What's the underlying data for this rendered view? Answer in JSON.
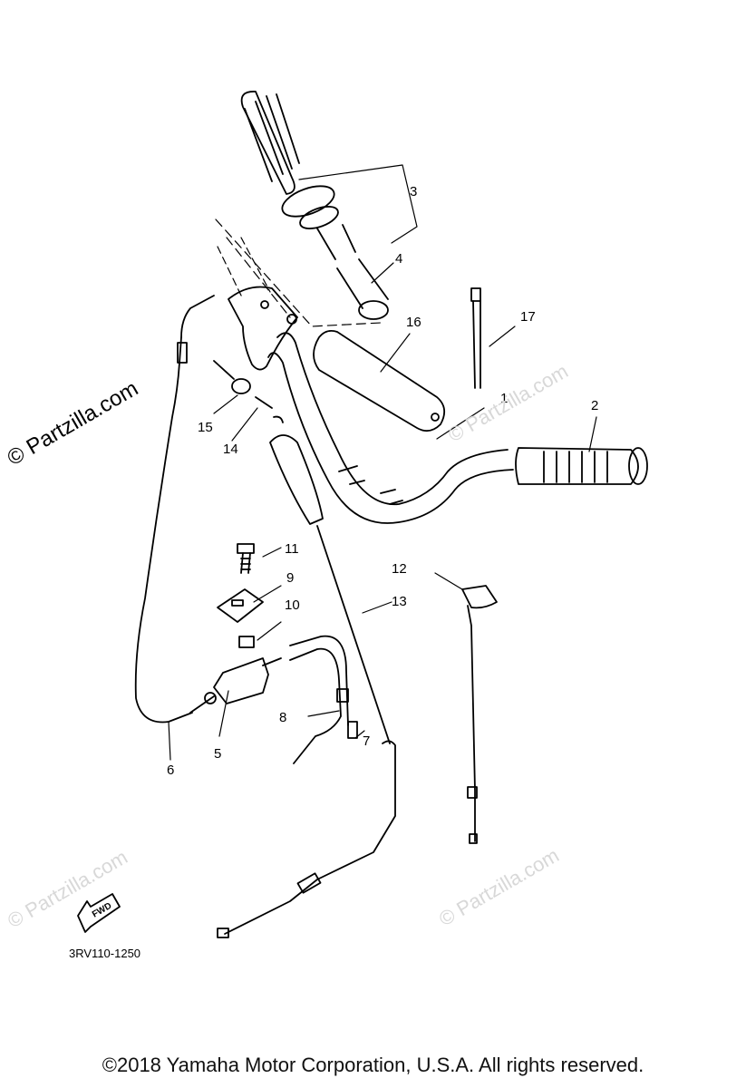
{
  "watermarks": {
    "left": "© Partzilla.com",
    "mid_right": "© Partzilla.com",
    "bottom_left": "© Partzilla.com",
    "bottom_right": "© Partzilla.com"
  },
  "callouts": [
    "1",
    "2",
    "3",
    "4",
    "5",
    "6",
    "7",
    "8",
    "9",
    "10",
    "11",
    "12",
    "13",
    "14",
    "15",
    "16",
    "17"
  ],
  "fwd_label": "FWD",
  "diagram_code": "3RV110-1250",
  "copyright": "©2018  Yamaha Motor Corporation, U.S.A. All rights reserved."
}
